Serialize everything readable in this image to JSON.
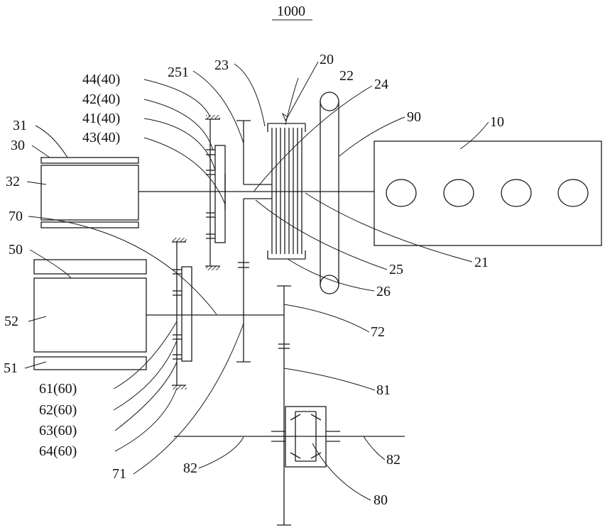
{
  "figure_number": "1000",
  "labels": {
    "l10": "10",
    "l20": "20",
    "l21": "21",
    "l22": "22",
    "l23": "23",
    "l24": "24",
    "l25": "25",
    "l251": "251",
    "l26": "26",
    "l30": "30",
    "l31": "31",
    "l32": "32",
    "l41": "41(40)",
    "l42": "42(40)",
    "l43": "43(40)",
    "l44": "44(40)",
    "l50": "50",
    "l51": "51",
    "l52": "52",
    "l61": "61(60)",
    "l62": "62(60)",
    "l63": "63(60)",
    "l64": "64(60)",
    "l70": "70",
    "l71": "71",
    "l72": "72",
    "l80": "80",
    "l81": "81",
    "l82a": "82",
    "l82b": "82",
    "l90": "90"
  }
}
